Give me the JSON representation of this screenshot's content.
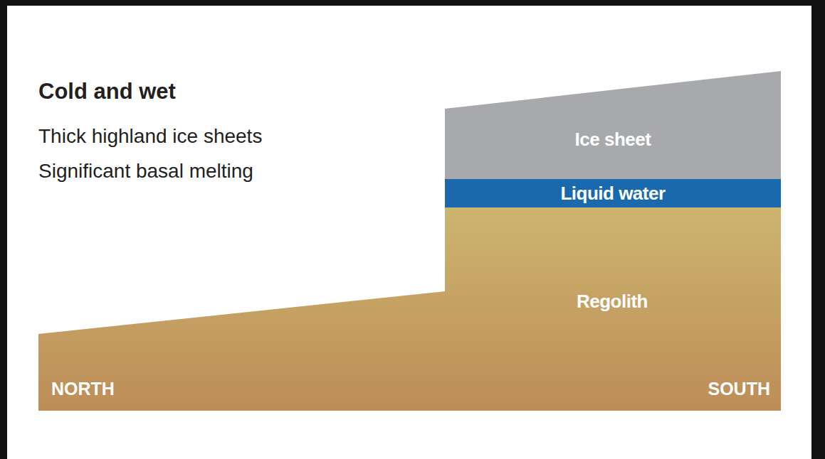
{
  "diagram": {
    "title": "Cold and wet",
    "nodes": [
      {
        "text": [
          "Ice sheet"
        ]
      },
      {
        "text": [
          "Liquid water"
        ]
      },
      {
        "text": [
          "Regolith"
        ]
      }
    ],
    "labels": [
      "Thick highland ice sheets",
      "Significant basal melting",
      "NORTH",
      "SOUTH"
    ]
  }
}
